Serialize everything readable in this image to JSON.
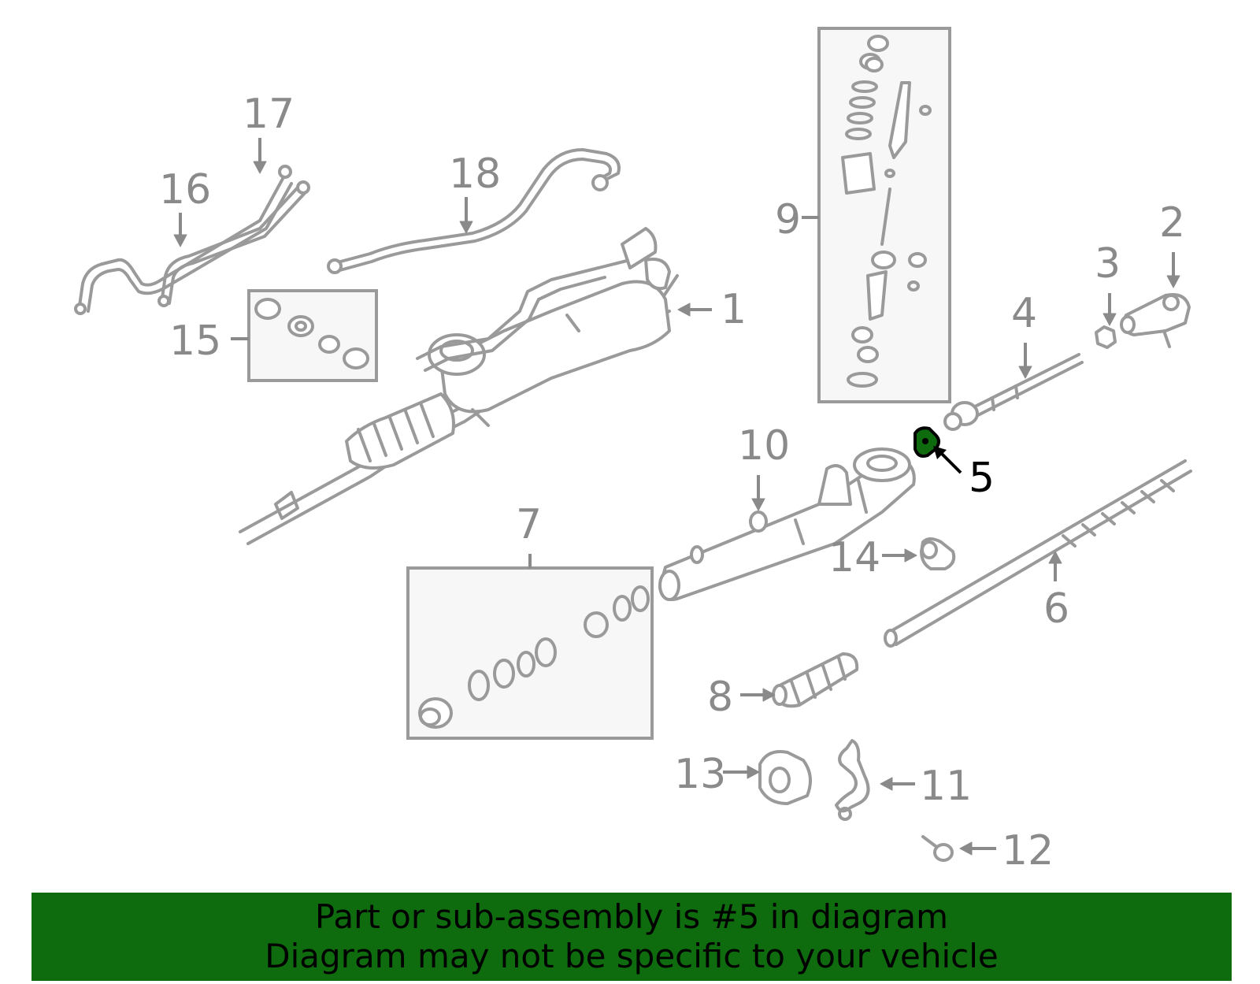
{
  "callouts": {
    "c1": "1",
    "c2": "2",
    "c3": "3",
    "c4": "4",
    "c5": "5",
    "c6": "6",
    "c7": "7",
    "c8": "8",
    "c9": "9",
    "c10": "10",
    "c11": "11",
    "c12": "12",
    "c13": "13",
    "c14": "14",
    "c15": "15",
    "c16": "16",
    "c17": "17",
    "c18": "18"
  },
  "highlight": {
    "part": "5",
    "color": "#0e6b0e"
  },
  "banner": {
    "line1": "Part or sub-assembly is #5 in diagram",
    "line2": "Diagram may not be specific to your vehicle",
    "background": "#0e6b0e"
  }
}
